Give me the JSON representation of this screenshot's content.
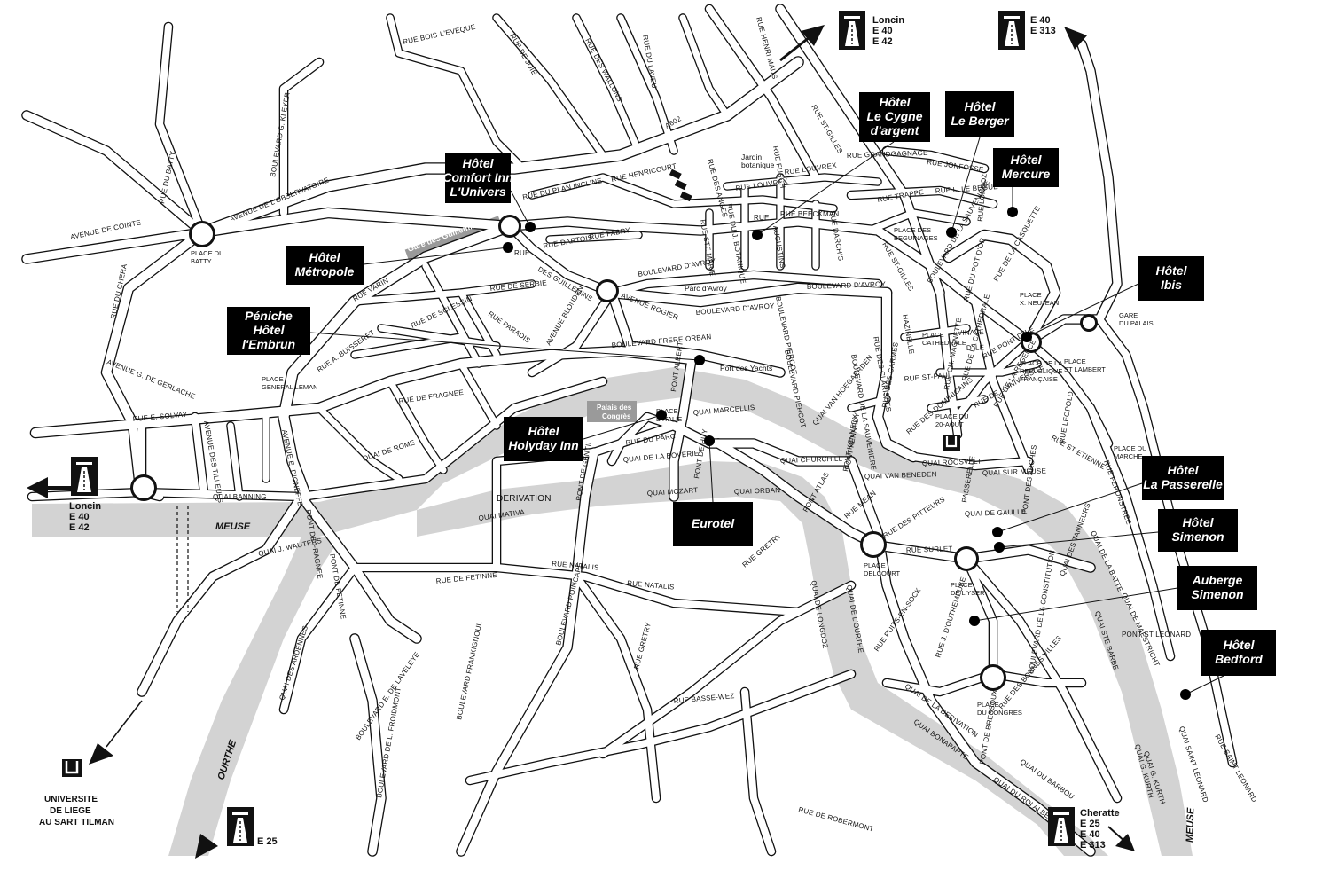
{
  "colors": {
    "water": "#d3d3d3",
    "road_outline": "#111111",
    "road_fill": "#ffffff",
    "hotel_box": "#000000",
    "hotel_text": "#ffffff",
    "label_box_gray": "#9a9a9a"
  },
  "icons": {
    "highway": "highway-sign-icon",
    "university": "university-logo-icon",
    "hotel_marker": "hotel-dot-marker",
    "direction": "direction-arrow-icon"
  },
  "hotels": [
    {
      "id": "cygne",
      "lines": [
        "Hôtel",
        "Le Cygne",
        "d'argent"
      ]
    },
    {
      "id": "berger",
      "lines": [
        "Hôtel",
        "Le Berger"
      ]
    },
    {
      "id": "mercure",
      "lines": [
        "Hôtel",
        "Mercure"
      ]
    },
    {
      "id": "comfort",
      "lines": [
        "Hôtel",
        "Comfort Inn",
        "L'Univers"
      ]
    },
    {
      "id": "metropole",
      "lines": [
        "Hôtel",
        "Métropole"
      ]
    },
    {
      "id": "peniche",
      "lines": [
        "Péniche",
        "Hôtel",
        "l'Embrun"
      ]
    },
    {
      "id": "ibis",
      "lines": [
        "Hôtel",
        "Ibis"
      ]
    },
    {
      "id": "holyday",
      "lines": [
        "Hôtel",
        "Holyday Inn"
      ]
    },
    {
      "id": "eurotel",
      "lines": [
        "Eurotel"
      ]
    },
    {
      "id": "passerelle",
      "lines": [
        "Hôtel",
        "La Passerelle"
      ]
    },
    {
      "id": "simenon",
      "lines": [
        "Hôtel",
        "Simenon"
      ]
    },
    {
      "id": "auberge",
      "lines": [
        "Auberge",
        "Simenon"
      ]
    },
    {
      "id": "bedford",
      "lines": [
        "Hôtel",
        "Bedford"
      ]
    }
  ],
  "highways": {
    "loncin_top": [
      "Loncin",
      "E 40",
      "E 42"
    ],
    "e40_e313": [
      "E 40",
      "E 313"
    ],
    "loncin_left": [
      "Loncin",
      "E 40",
      "E 42"
    ],
    "e25": [
      "E 25"
    ],
    "cheratte": [
      "Cheratte",
      "E 25",
      "E 40",
      "E 313"
    ]
  },
  "university": [
    "UNIVERSITE",
    "DE LIEGE",
    "AU SART TILMAN"
  ],
  "gray_labels": {
    "gare": "Gare des Guillemins",
    "palais": [
      "Palais des",
      "Congrès"
    ]
  },
  "water_labels": {
    "meuse_left": "MEUSE",
    "derivation": "DERIVATION",
    "ourthe": "OURTHE",
    "meuse_right": "MEUSE"
  },
  "places": {
    "batty": [
      "PLACE DU",
      "BATTY"
    ],
    "general_leman": [
      "PLACE",
      "GENERAL LEMAN"
    ],
    "italie": [
      "PLACE",
      "D'ITALIE"
    ],
    "delcourt": [
      "PLACE",
      "DELCOURT"
    ],
    "yser": [
      "PLACE",
      "DE L'YSER"
    ],
    "congres": [
      "PLACE",
      "DU CONGRES"
    ],
    "vingt_aout": [
      "PLACE DU",
      "20-AOUT"
    ],
    "cathedrale": [
      "PLACE",
      "CATHEDRALE"
    ],
    "republique": [
      "PLACE DE LA",
      "REPUBLIQUE",
      "FRANÇAISE"
    ],
    "st_lambert": [
      "PLACE",
      "ST LAMBERT"
    ],
    "neujean": [
      "PLACE",
      "X. NEUJEAN"
    ],
    "beguinages": [
      "PLACE DES",
      "BEGUINAGES"
    ],
    "marche": [
      "PLACE DU",
      "MARCHE"
    ],
    "gare_palais": [
      "GARE",
      "DU PALAIS"
    ],
    "jardin": [
      "Jardin",
      "botanique"
    ],
    "parc_avroy": "Parc d'Avroy",
    "port_yachts": "Port des Yachts"
  },
  "streets": {
    "bois_leveque": "RUE BOIS-L'EVEQUE",
    "de_joie": "RUE DE JOIE",
    "du_laveu": "RUE DU LAVEU",
    "des_wallons": "RUE DES WALLONS",
    "henri_maus": "RUE HENRI MAUS",
    "kleyer": "BOULEVARD G. KLEYER",
    "du_batty": "RUE DU BATTY",
    "observatoire": "AVENUE DE L'OBSERVATOIRE",
    "cointe": "AVENUE DE COINTE",
    "a602": "A602",
    "st_gilles_top": "RUE ST-GILLES",
    "grandgagnage": "RUE GRANDGAGNAGE",
    "jonfosse": "RUE JONFOSSE",
    "trappe": "RUE TRAPPE",
    "le_begue": "RUE L. LE BEGUE",
    "longdoz": "RUE LONDOZ",
    "sauveniere": "BOULEVARD DE LA SAUVENIERE",
    "plan_incline": "RUE DU PLAN INCLINE",
    "henricourt": "RUE HENRICOURT",
    "bois_anges": "RUE DES ANGES",
    "louvrex1": "RUE LOUVREX",
    "louvrex2": "RUE LOUVREX",
    "darchis": "RUE DARCHIS",
    "fusch": "RUE FUSCH",
    "beeckman": "RUE BEECKMAN",
    "ste_marie": "RUE STE MARIE",
    "bovanique": "RUE DU J. BOTANIQUE",
    "augustins": "AUGUSTINS",
    "dartois": "RUE DARTOIS",
    "fabry": "RUE FABRY",
    "des_guillemins": "DES GUILLEMINS",
    "rue_short": "RUE",
    "rue_mid": "RUE",
    "bd_avroy": "BOULEVARD D'AVROY",
    "bd_avroy2": "BOULEVARD D'AVROY",
    "bd_avroy3": "BOULEVARD D'AVROY",
    "rue_serbie": "RUE DE SERBIE",
    "av_rogier": "AVENUE ROGIER",
    "rue_varin": "RUE VARIN",
    "rue_sclessin": "RUE DE SCLESSIN",
    "rue_paradis": "RUE PARADIS",
    "av_blonden": "AVENUE BLONDEN",
    "bd_piercot": "BOULEVARD PIERCOT",
    "frere_orban": "BOULEVARD FRERE ORBAN",
    "gerlache": "AVENUE G. DE GERLACHE",
    "chera": "RUE DU CHERA",
    "solvay": "RUE E. SOLVAY",
    "tilleuls": "AVENUE DES TILLEULS",
    "blonden_av": "AVENUE E. DIGNEFFE",
    "rue_fragnee": "RUE DE FRAGNEE",
    "buisseret": "RUE A. BUISSERET",
    "quai_rome": "QUAI DE ROME",
    "quai_banning": "QUAI BANNING",
    "pont_fragnee": "PONT DE FRAGNEE",
    "quai_mativa": "QUAI MATIVA",
    "pont_fetinne": "PONT DE FETINNE",
    "quai_wauters": "QUAI J. WAUTERS",
    "rue_fetinne": "RUE DE FETINNE",
    "rue_natalis": "RUE NATALIS",
    "rue_natalis2": "RUE NATALIS",
    "bd_poincare": "BOULEVARD POINCARE",
    "rue_grétry": "RUE GRETRY",
    "rue_grétry2": "RUE GRETRY",
    "basse_wez": "RUE BASSE-WEZ",
    "ardennes": "QUAI DES ARDENNES",
    "bd_frankignoul": "BOULEVARD FRANKIGNOUL",
    "bd_emile": "BOULEVARD DE L. FROIDMONT",
    "bd_kuijpers": "BOULEVARD E. DE LAVELEYE",
    "robermont": "RUE DE ROBERMONT",
    "pont_kennedy": "PONT KENNEDY",
    "quai_churchill": "QUAI CHURCHILL",
    "quai_van_beneden": "QUAI VAN BENEDEN",
    "quai_roosvelt": "QUAI ROOSVELT",
    "quai_sur_meuse": "QUAI SUR MEUSE",
    "passerelle": "PASSERELLE",
    "pont_arches": "PONT DES ARCHES",
    "quai_marcellis": "QUAI MARCELLIS",
    "quai_boverie": "QUAI DE LA BOVERIE",
    "quai_mozart": "QUAI MOZART",
    "quai_orban": "QUAI ORBAN",
    "rue_parc": "RUE DU PARC",
    "pont_albert": "PONT ALBERT",
    "pont_gentil": "PONT DE GENTIL",
    "pont_huy": "PONT DE HUY",
    "pont_atlas": "PONT ATLAS",
    "quai_gaulle": "QUAI DE GAULLE",
    "rue_pitteurs": "RUE DES PITTEURS",
    "rue_surlet": "RUE SURLET",
    "quai_longdoz": "QUAI DE LONGDOZ",
    "quai_ourthe": "QUAI DE L'OURTHE",
    "puits_en_sock": "RUE PUITS-EN-SOCK",
    "outremeuse": "RUE J. D'OUTREMEUSE",
    "bd_constitution": "BOULEVARD DE LA CONSTITUTION",
    "rue_bonnes_villes": "RUE DES BONNES VILLES",
    "quai_derivation": "QUAI DE LA DERIVATION",
    "quai_bonaparte": "QUAI BONAPARTE",
    "quai_barbou": "QUAI DU BARBOU",
    "quai_albert": "QUAI DU ROI ALBERT",
    "pont_bressoux": "PONT DE BRESSOUX",
    "quai_orthe": "QUAI DES TANNEURS",
    "quai_goffe": "QUAI DE LA BATTE",
    "quai_maastricht": "QUAI DE MAESTRICHT",
    "quai_st_barbe": "QUAI STE BARBE",
    "pont_st_leonard": "PONT ST LEONARD",
    "quai_st_leonard": "QUAI SAINT LEONARD",
    "rue_st_leonard": "RUE SAINT LEONARD",
    "quai_godin": "QUAI G. KURTH",
    "rue_mean": "RUE MEAN",
    "quai_van_hoegaerden": "QUAI VAN HOEGAERDEN",
    "pont_kennedy2": "PONT KENNEDY",
    "bd_sauveniere2": "BOULEVARD DE LA SAUVENIERE",
    "bd_piercot2": "BOULEVARD PIERCOT",
    "rue_st_gilles2": "RUE ST-GILLES",
    "rue_hazinelle": "HAZINELLE",
    "rue_des_clarisses": "RUE DES CLARISSES",
    "rue_st_paul": "RUE ST-PAUL",
    "rue_carmes": "RUE DES CARMES",
    "rue_cathedrale": "RUE DE LA CATHEDRALE",
    "rue_universite": "RUE DE L'UNIVERSITE",
    "rue_pot_or": "RUE DU POT D'OR",
    "vinave": "VINAVE",
    "d_ile": "D'ILE",
    "rue_pont_d_ile": "RUE PONT D'ILE",
    "rue_casquette": "RUE DE LA CASQUETTE",
    "rue_st_etienne": "RUE ST-ETIENNE",
    "rue_leopold": "RUE LEOPOLD",
    "feronstree": "RUE FERONSTREE",
    "rue_magnette": "RUE CH. MAGNETTE",
    "rue_dejardin": "RUE DES DOMINICAINS",
    "rue_regence": "RUE DE LA REGENCE",
    "quai_kurth": "QUAI G. KURTH"
  }
}
